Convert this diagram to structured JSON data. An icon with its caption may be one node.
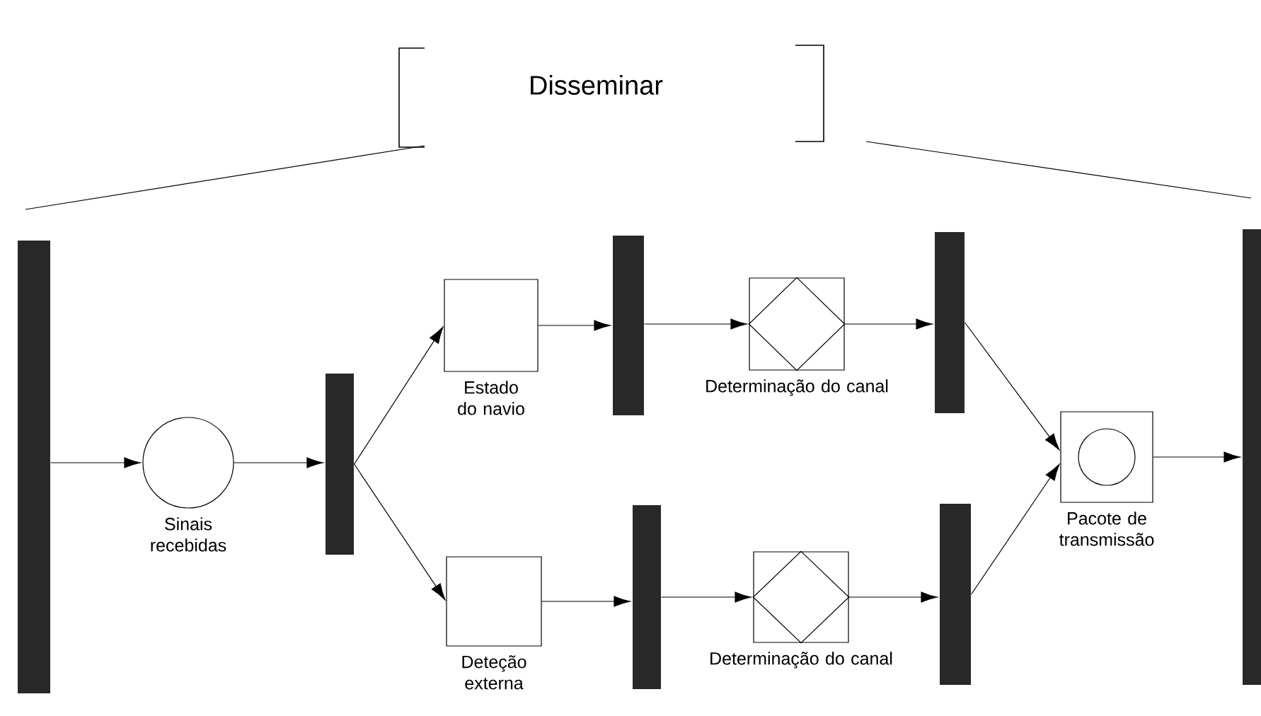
{
  "diagram": {
    "title": "Disseminar",
    "nodes": [
      {
        "text": [],
        "shape": "bar"
      },
      {
        "text": [
          "Sinais recebidas"
        ]
      },
      {
        "text": [],
        "shape": "bar"
      },
      {
        "text": [
          "Estado do navio"
        ]
      },
      {
        "text": [
          "Deteção externa"
        ]
      },
      {
        "text": [],
        "shape": "bar"
      },
      {
        "text": [],
        "shape": "bar"
      },
      {
        "text": [
          "Determinação do canal"
        ]
      },
      {
        "text": [
          "Determinação do canal"
        ]
      },
      {
        "text": [],
        "shape": "bar"
      },
      {
        "text": [],
        "shape": "bar"
      },
      {
        "text": [
          "Pacote de transmissão"
        ]
      },
      {
        "text": [],
        "shape": "bar"
      }
    ],
    "edges": [
      {
        "from": 0,
        "to": 1,
        "arrow": "to"
      },
      {
        "from": 1,
        "to": 2,
        "arrow": "to"
      },
      {
        "from": 2,
        "to": 3,
        "arrow": "to"
      },
      {
        "from": 2,
        "to": 4,
        "arrow": "to"
      },
      {
        "from": 3,
        "to": 5,
        "arrow": "to"
      },
      {
        "from": 4,
        "to": 6,
        "arrow": "to"
      },
      {
        "from": 5,
        "to": 7,
        "arrow": "to"
      },
      {
        "from": 6,
        "to": 8,
        "arrow": "to"
      },
      {
        "from": 7,
        "to": 9,
        "arrow": "to"
      },
      {
        "from": 8,
        "to": 10,
        "arrow": "to"
      },
      {
        "from": 9,
        "to": 11,
        "arrow": "to"
      },
      {
        "from": 10,
        "to": 11,
        "arrow": "to"
      },
      {
        "from": 11,
        "to": 12,
        "arrow": "to"
      }
    ]
  }
}
